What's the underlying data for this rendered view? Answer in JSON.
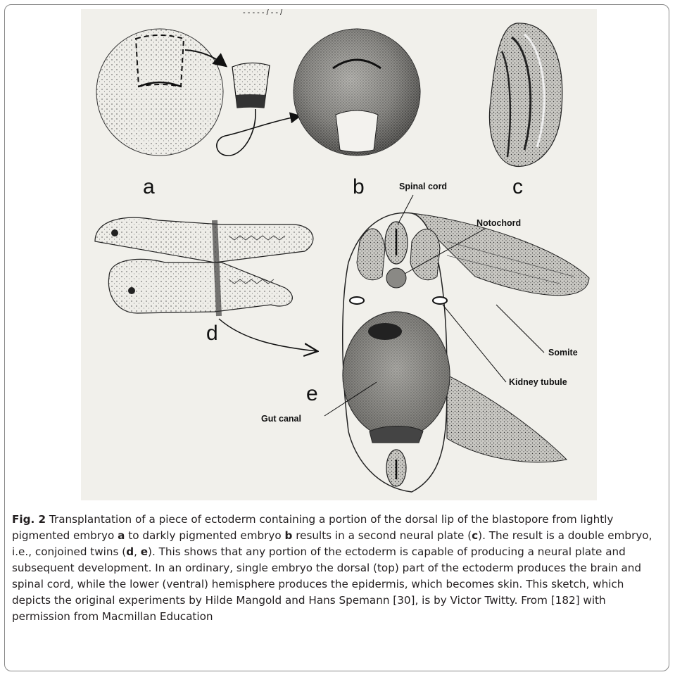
{
  "figure": {
    "top_fragment": "- - - - - / - - /",
    "panel_labels": {
      "a": "a",
      "b": "b",
      "c": "c",
      "d": "d",
      "e": "e"
    },
    "annotations": {
      "spinal_cord": "Spinal cord",
      "notochord": "Notochord",
      "somite": "Somite",
      "kidney_tubule": "Kidney tubule",
      "gut_canal": "Gut canal"
    }
  },
  "caption": {
    "fig_label": "Fig. 2",
    "t1": " Transplantation of a piece of ectoderm containing a portion of the dorsal lip of the blastopore from lightly pigmented embryo ",
    "b1": "a",
    "t2": " to darkly pigmented embryo ",
    "b2": "b",
    "t3": " results in a second neural plate (",
    "b3": "c",
    "t4": "). The result is a double embryo, i.e., conjoined twins (",
    "b4": "d",
    "t5": ", ",
    "b5": "e",
    "t6": "). This shows that any portion of the ectoderm is capable of producing a neural plate and subsequent development. In an ordinary, single embryo the dorsal (top) part of the ectoderm produces the brain and spinal cord, while the lower (ventral) hemisphere produces the epidermis, which becomes skin. This sketch, which depicts the original experiments by Hilde Mangold and Hans Spemann [30], is by Victor Twitty. From [182] with permission from Macmillan Education"
  }
}
